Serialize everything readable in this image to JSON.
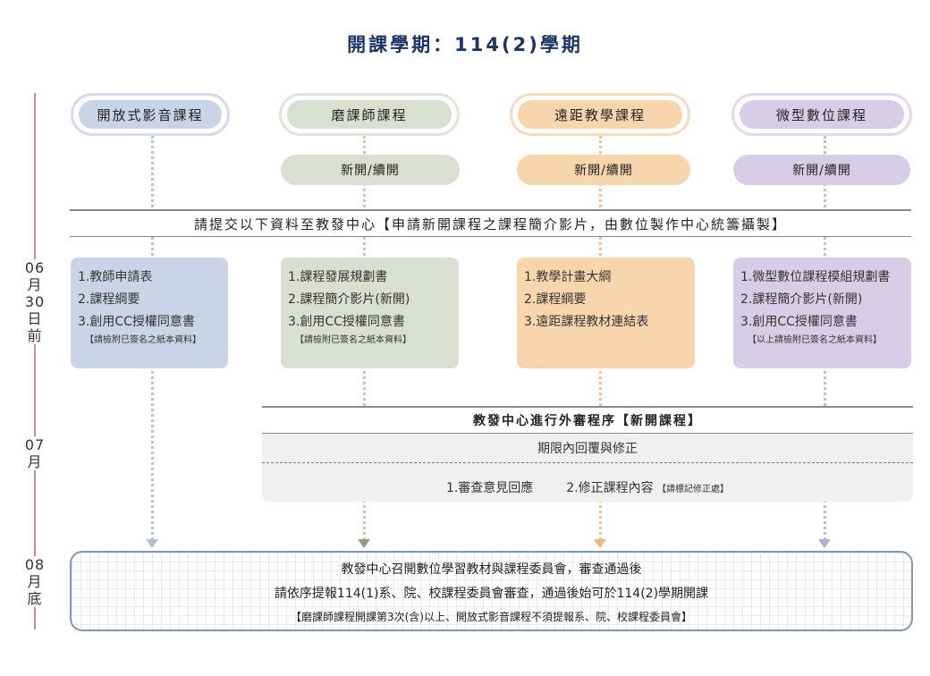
{
  "title": "開課學期：114(2)學期",
  "timeline": {
    "stage1": [
      "06",
      "月",
      "30",
      "日",
      "前"
    ],
    "stage2": [
      "07",
      "月"
    ],
    "stage3": [
      "08",
      "月",
      "底"
    ]
  },
  "colors": {
    "blue": "#c9d5e6",
    "green": "#d9dfd1",
    "orange": "#f7d5ad",
    "purple": "#d8cde6"
  },
  "categories": [
    {
      "name": "開放式影音課程"
    },
    {
      "name": "磨課師課程",
      "sub": "新開/續開"
    },
    {
      "name": "遠距教學課程",
      "sub": "新開/續開"
    },
    {
      "name": "微型數位課程",
      "sub": "新開/續開"
    }
  ],
  "submit_band": "請提交以下資料至教發中心【申請新開課程之課程簡介影片，由數位製作中心統籌攝製】",
  "cards": [
    {
      "items": [
        "1.教師申請表",
        "2.課程綱要",
        "3.創用CC授權同意書"
      ],
      "note": "【請檢附已簽名之紙本資料】"
    },
    {
      "items": [
        "1.課程發展規劃書",
        "2.課程簡介影片(新開)",
        "3.創用CC授權同意書"
      ],
      "note": "【請檢附已簽名之紙本資料】"
    },
    {
      "items": [
        "1.教學計畫大綱",
        "2.課程綱要",
        "3.遠距課程教材連結表"
      ],
      "note": ""
    },
    {
      "items": [
        "1.微型數位課程模組規劃書",
        "2.課程簡介影片(新開)",
        "3.創用CC授權同意書"
      ],
      "note": "【以上請檢附已簽名之紙本資料】"
    }
  ],
  "review": {
    "header": "教發中心進行外審程序【新開課程】",
    "row1": "期限內回覆與修正",
    "item1": "1.審查意見回應",
    "item2": "2.修正課程內容",
    "item2_note": "【請標記修正處】"
  },
  "final": {
    "line1": "教發中心召開數位學習教材與課程委員會，審查通過後",
    "line2": "請依序提報114(1)系、院、校課程委員會審查，通過後始可於114(2)學期開課",
    "line3": "【磨課師課程開課第3次(含)以上、開放式影音課程不須提報系、院、校課程委員會】"
  }
}
